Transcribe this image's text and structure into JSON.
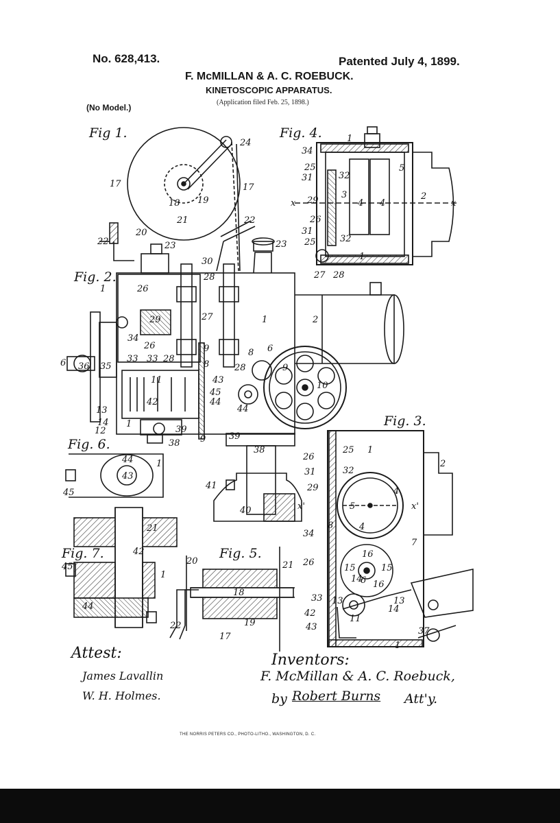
{
  "header": {
    "patent_number": "No. 628,413.",
    "patented_date": "Patented July 4, 1899.",
    "inventors": "F. McMILLAN & A. C. ROEBUCK.",
    "title": "KINETOSCOPIC APPARATUS.",
    "application": "(Application filed Feb. 25, 1898.)",
    "model": "(No Model.)"
  },
  "figures": {
    "fig1": "Fig 1.",
    "fig2": "Fig. 2.",
    "fig3": "Fig. 3.",
    "fig4": "Fig. 4.",
    "fig5": "Fig. 5.",
    "fig6": "Fig. 6.",
    "fig7": "Fig. 7."
  },
  "signatures": {
    "attest_label": "Attest:",
    "witness_1": "James Lavallin",
    "witness_2": "W. H. Holmes.",
    "inventors_label": "Inventors:",
    "inventors_names": "F. McMillan & A. C. Roebuck,",
    "attorney_prefix": "by",
    "attorney": "Robert Burns",
    "attorney_suffix": "Att'y."
  },
  "footer": {
    "imprint": "THE NORRIS PETERS CO., PHOTO-LITHO., WASHINGTON, D. C."
  }
}
